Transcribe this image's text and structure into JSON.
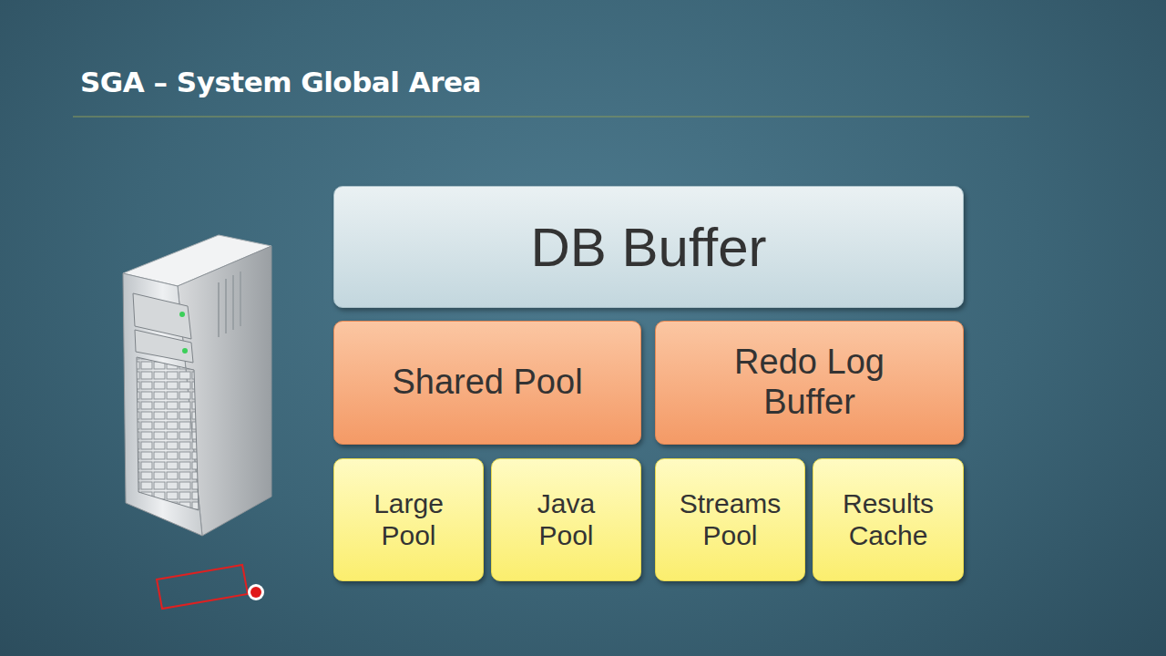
{
  "diagram": {
    "title": "SGA – System Global Area",
    "nodes": [
      {
        "text": [
          "DB Buffer"
        ]
      },
      {
        "text": [
          "Shared Pool"
        ]
      },
      {
        "text": [
          "Redo Log Buffer"
        ]
      },
      {
        "text": [
          "Large Pool"
        ]
      },
      {
        "text": [
          "Java Pool"
        ]
      },
      {
        "text": [
          "Streams Pool"
        ]
      },
      {
        "text": [
          "Results Cache"
        ]
      }
    ]
  }
}
